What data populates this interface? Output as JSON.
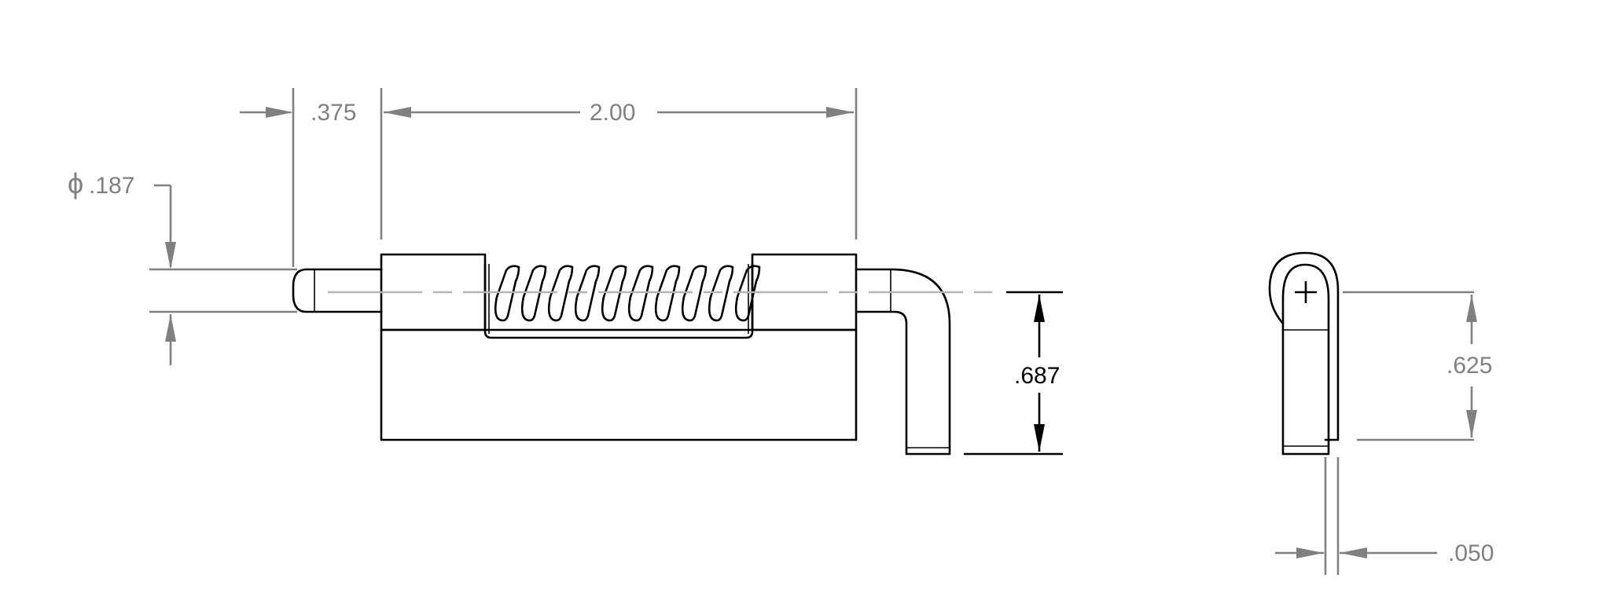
{
  "dimensions": {
    "pin_offset": ".375",
    "body_length": "2.00",
    "pin_diameter_symbol": "ϕ",
    "pin_diameter": ".187",
    "handle_drop": ".687",
    "side_height": ".625",
    "plate_thickness": ".050"
  },
  "colors": {
    "dimension_gray": "#808080",
    "centerline_gray": "#b4b4b4",
    "outline": "#000000"
  }
}
